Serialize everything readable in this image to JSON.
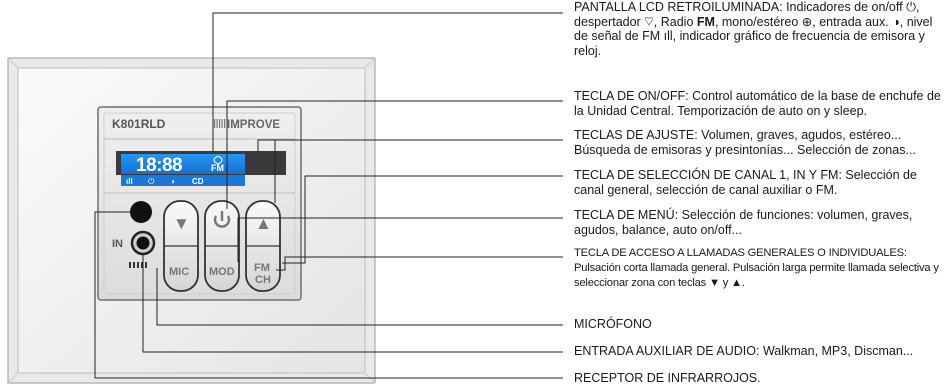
{
  "device": {
    "model": "K801RLD",
    "brand": "IMPROVE",
    "lcd": {
      "digits": "18:88",
      "band": "FM",
      "indicators": [
        "ıll",
        "⏻",
        "◑",
        "CD"
      ]
    },
    "buttons": {
      "down": "▼",
      "power": "⏻",
      "up": "▲",
      "mic": "MIC",
      "mod": "MOD",
      "fm": "FM",
      "ch": "CH"
    },
    "in_label": "IN"
  },
  "callouts": [
    {
      "title": "PANTALLA LCD RETROILUMINADA",
      "text": ": Indicadores de on/off ⏻, despertador ♡, Radio ",
      "bold": "FM",
      "text2": ", mono/estéreo ⊕, entrada aux. ◑, nivel de señal de FM ıll, indicador gráfico de frecuencia de emisora y reloj."
    },
    {
      "title": "TECLA DE ON/OFF",
      "text": ":  Control automático de la base de enchufe de la Unidad Central. Temporización de auto on y sleep."
    },
    {
      "title": "TECLAS DE AJUSTE",
      "text": ":  Volumen, graves, agudos, estéreo... Búsqueda de emisoras y presintonías... Selección de zonas..."
    },
    {
      "title": "TECLA DE SELECCIÓN DE CANAL 1, IN Y FM",
      "text": ":  Selección de canal general, selección de canal auxiliar o FM."
    },
    {
      "title": "TECLA DE MENÚ",
      "text": ":  Selección de funciones: volumen, graves, agudos, balance, auto on/off..."
    },
    {
      "title": "TECLA DE ACCESO A LLAMADAS GENERALES O INDIVIDUALES",
      "text": ": Pulsación corta llamada general. Pulsación larga permite llamada selectiva y seleccionar zona con teclas ▼ y ▲."
    },
    {
      "title": "MICRÓFONO",
      "text": ""
    },
    {
      "title": "ENTRADA AUXILIAR DE AUDIO",
      "text": ":  Walkman, MP3, Discman..."
    },
    {
      "title": "RECEPTOR DE INFRARROJOS",
      "text": "."
    }
  ],
  "colors": {
    "lcd_bg": "#1e86e6",
    "lcd_text": "#ffffff",
    "leader": "#222222",
    "frame": "#e9e9e9"
  }
}
